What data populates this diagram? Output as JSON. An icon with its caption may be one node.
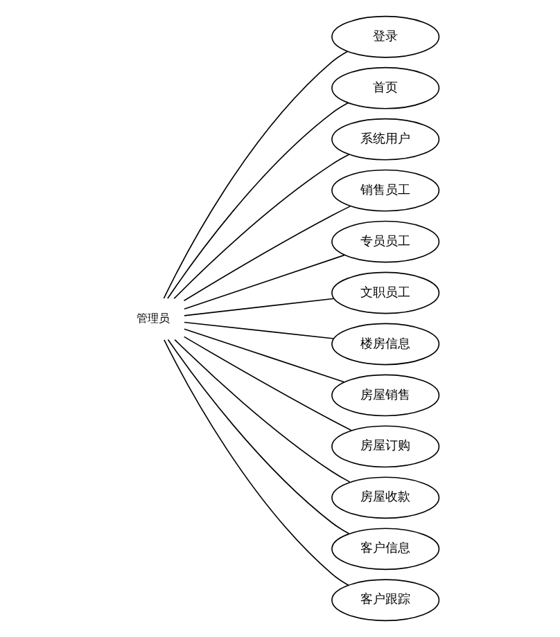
{
  "diagram": {
    "nodes": [
      {
        "text": [
          "管理员"
        ]
      },
      {
        "text": [
          "登录"
        ]
      },
      {
        "text": [
          "首页"
        ]
      },
      {
        "text": [
          "系统用户"
        ]
      },
      {
        "text": [
          "销售员工"
        ]
      },
      {
        "text": [
          "专员员工"
        ]
      },
      {
        "text": [
          "文职员工"
        ]
      },
      {
        "text": [
          "楼房信息"
        ]
      },
      {
        "text": [
          "房屋销售"
        ]
      },
      {
        "text": [
          "房屋订购"
        ]
      },
      {
        "text": [
          "房屋收款"
        ]
      },
      {
        "text": [
          "客户信息"
        ]
      },
      {
        "text": [
          "客户跟踪"
        ]
      }
    ],
    "edges": [
      {
        "from": 0,
        "to": 1,
        "arrow": "none"
      },
      {
        "from": 0,
        "to": 2,
        "arrow": "none"
      },
      {
        "from": 0,
        "to": 3,
        "arrow": "none"
      },
      {
        "from": 0,
        "to": 4,
        "arrow": "none"
      },
      {
        "from": 0,
        "to": 5,
        "arrow": "none"
      },
      {
        "from": 0,
        "to": 6,
        "arrow": "none"
      },
      {
        "from": 0,
        "to": 7,
        "arrow": "none"
      },
      {
        "from": 0,
        "to": 8,
        "arrow": "none"
      },
      {
        "from": 0,
        "to": 9,
        "arrow": "none"
      },
      {
        "from": 0,
        "to": 10,
        "arrow": "none"
      },
      {
        "from": 0,
        "to": 11,
        "arrow": "none"
      },
      {
        "from": 0,
        "to": 12,
        "arrow": "none"
      }
    ]
  }
}
